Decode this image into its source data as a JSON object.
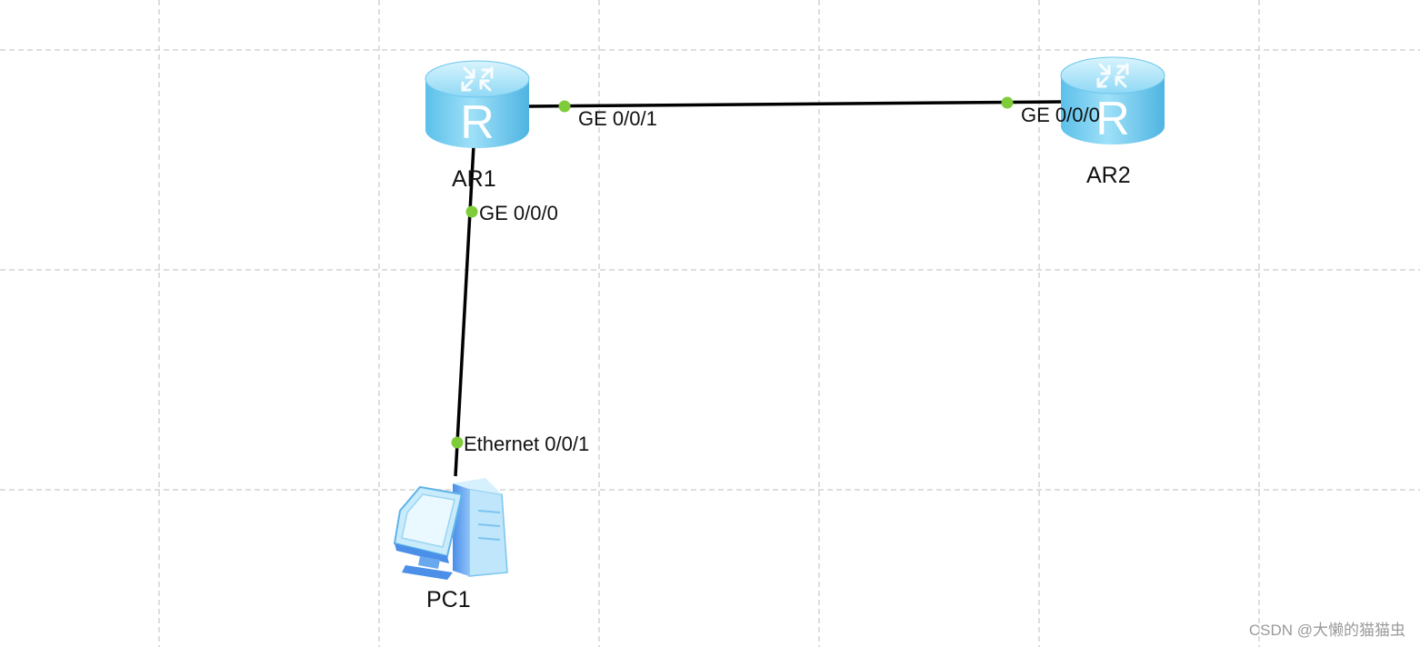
{
  "devices": {
    "ar1": {
      "name": "AR1",
      "icon": "router-icon",
      "glyph": "R"
    },
    "ar2": {
      "name": "AR2",
      "icon": "router-icon",
      "glyph": "R"
    },
    "pc1": {
      "name": "PC1",
      "icon": "pc-icon"
    }
  },
  "ports": {
    "ar1_ge001": "GE 0/0/1",
    "ar1_ge000": "GE 0/0/0",
    "ar2_ge000": "GE 0/0/0",
    "pc1_eth001": "Ethernet 0/0/1"
  },
  "links": [
    {
      "from": "AR1",
      "from_port": "GE 0/0/1",
      "to": "AR2",
      "to_port": "GE 0/0/0"
    },
    {
      "from": "AR1",
      "from_port": "GE 0/0/0",
      "to": "PC1",
      "to_port": "Ethernet 0/0/1"
    }
  ],
  "watermark": "CSDN @大懒的猫猫虫",
  "colors": {
    "link": "#000000",
    "port_dot": "#7fcc3a",
    "grid": "#d4d4d4",
    "router_body": "#7fd0f2",
    "router_top": "#bfeafb"
  }
}
